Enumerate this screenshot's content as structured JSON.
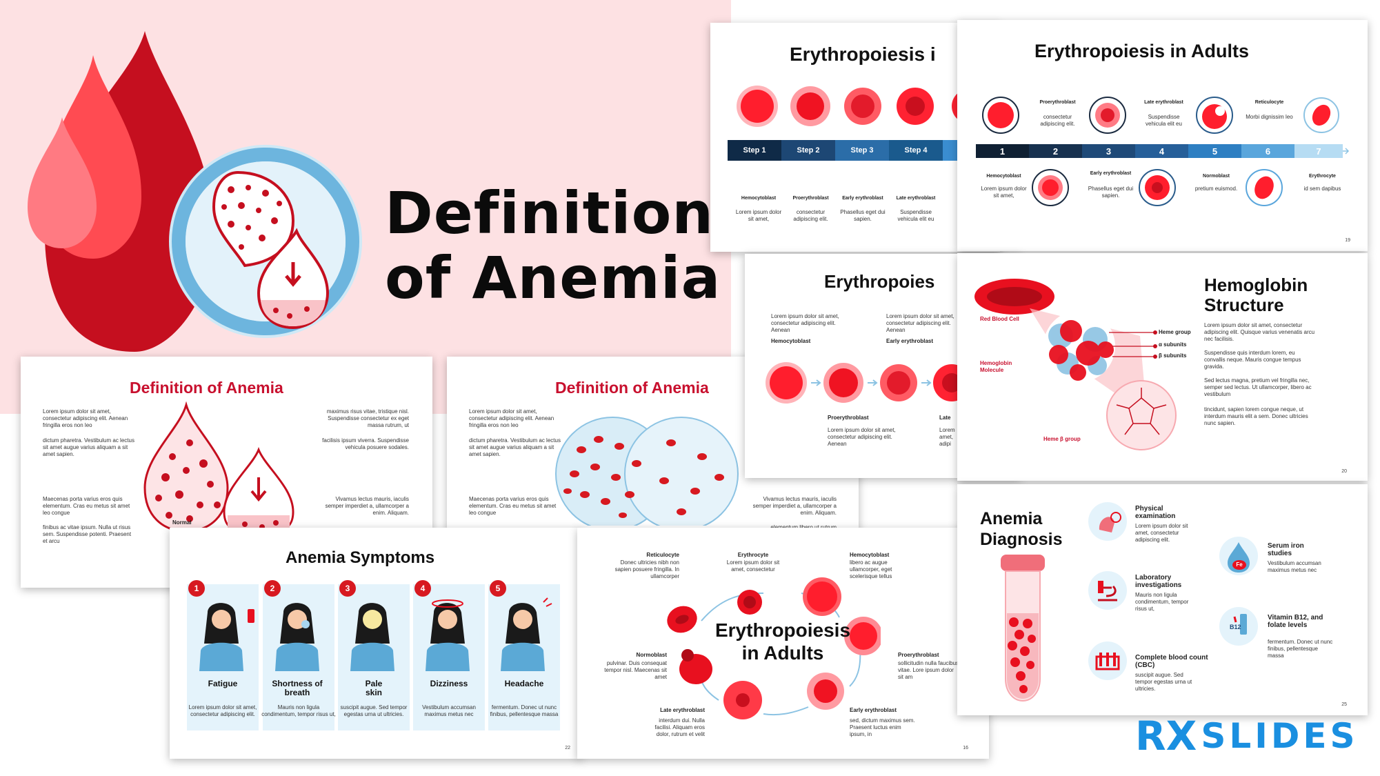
{
  "hero": {
    "title_line1": "Definition",
    "title_line2": "of Anemia"
  },
  "brand": {
    "rx": "RX",
    "name": "SLIDES"
  },
  "slide_def1": {
    "title": "Definition of Anemia",
    "left": [
      "Lorem ipsum dolor sit amet, consectetur adipiscing elit. Aenean fringilla eros non leo",
      "dictum pharetra. Vestibulum ac lectus sit amet augue varius aliquam a sit amet sapien.",
      "Maecenas porta varius eros quis elementum. Cras eu metus sit amet leo congue",
      "finibus ac vitae ipsum. Nulla ut risus sem. Suspendisse potenti. Praesent et arcu"
    ],
    "right": [
      "maximus risus vitae, tristique nisl. Suspendisse consectetur ex eget massa rutrum, ut",
      "facilisis ipsum viverra. Suspendisse vehicula posuere sodales.",
      "Vivamus lectus mauris, iaculis semper imperdiet a, ullamcorper a enim. Aliquam."
    ],
    "normal_label": "Normal"
  },
  "slide_def2": {
    "title": "Definition of Anemia",
    "left": [
      "Lorem ipsum dolor sit amet, consectetur adipiscing elit. Aenean fringilla eros non leo",
      "dictum pharetra. Vestibulum ac lectus sit amet augue varius aliquam a sit amet sapien.",
      "Maecenas porta varius eros quis elementum. Cras eu metus sit amet leo congue"
    ],
    "right": [
      "Vivamus lectus mauris, iaculis semper imperdiet a, ullamcorper a enim. Aliquam.",
      "elementum libero ut rutrum"
    ]
  },
  "slide_steps": {
    "title": "Erythropoiesis i",
    "steps": [
      "Step 1",
      "Step 2",
      "Step 3",
      "Step 4"
    ],
    "labels": [
      {
        "name": "Hemocytoblast",
        "desc": "Lorem ipsum dolor sit amet,"
      },
      {
        "name": "Proerythroblast",
        "desc": "consectetur adipiscing elit."
      },
      {
        "name": "Early erythroblast",
        "desc": "Phasellus eget dui sapien."
      },
      {
        "name": "Late erythroblast",
        "desc": "Suspendisse vehicula elit eu"
      }
    ]
  },
  "slide_adults_top": {
    "title": "Erythropoiesis in Adults",
    "numbers": [
      "1",
      "2",
      "3",
      "4",
      "5",
      "6",
      "7"
    ],
    "top": [
      {
        "name": "Proerythroblast",
        "desc": "consectetur adipiscing elit."
      },
      {
        "name": "Late erythroblast",
        "desc": "Suspendisse vehicula elit eu"
      },
      {
        "name": "Reticulocyte",
        "desc": "Morbi dignissim leo"
      }
    ],
    "bottom": [
      {
        "name": "Hemocytoblast",
        "desc": "Lorem ipsum dolor sit amet,"
      },
      {
        "name": "Early erythroblast",
        "desc": "Phasellus eget dui sapien."
      },
      {
        "name": "Normoblast",
        "desc": "pretium euismod."
      },
      {
        "name": "Erythrocyte",
        "desc": "id sem dapibus"
      }
    ],
    "page": "19"
  },
  "slide_flow": {
    "title": "Erythropoies",
    "top_left": {
      "desc": "Lorem ipsum dolor sit amet, consectetur adipiscing elit. Aenean",
      "name": "Hemocytoblast"
    },
    "top_right": {
      "desc": "Lorem ipsum dolor sit amet, consectetur adipiscing elit. Aenean",
      "name": "Early erythroblast"
    },
    "bottom_left": {
      "name": "Proerythroblast",
      "desc": "Lorem ipsum dolor sit amet, consectetur adipiscing elit. Aenean"
    },
    "bottom_right": {
      "name": "Late",
      "desc": "Lorem amet, adipi"
    }
  },
  "slide_hemo": {
    "title_line1": "Hemoglobin",
    "title_line2": "Structure",
    "labels": {
      "rbc": "Red Blood Cell",
      "molecule": "Hemoglobin Molecule",
      "heme_group": "Heme group",
      "alpha": "α subunits",
      "beta": "β subunits",
      "heme_beta": "Heme β group"
    },
    "paras": [
      "Lorem ipsum dolor sit amet, consectetur adipiscing elit. Quisque varius venenatis arcu nec facilisis.",
      "Suspendisse quis interdum lorem, eu convallis neque. Mauris congue tempus gravida.",
      "Sed lectus magna, pretium vel fringilla nec, semper sed lectus. Ut ullamcorper, libero ac vestibulum",
      "tincidunt, sapien lorem congue neque, ut interdum mauris elit a sem. Donec ultricies nunc sapien."
    ],
    "page": "20"
  },
  "slide_symptoms": {
    "title": "Anemia Symptoms",
    "items": [
      {
        "n": "1",
        "label": "Fatigue",
        "desc": "Lorem ipsum dolor sit amet, consectetur adipiscing elit."
      },
      {
        "n": "2",
        "label": "Shortness of breath",
        "desc": "Mauris non ligula condimentum, tempor risus ut,"
      },
      {
        "n": "3",
        "label": "Pale skin",
        "desc": "suscipit augue. Sed tempor egestas urna ut ultricies."
      },
      {
        "n": "4",
        "label": "Dizziness",
        "desc": "Vestibulum accumsan maximus metus nec"
      },
      {
        "n": "5",
        "label": "Headache",
        "desc": "fermentum. Donec ut nunc finibus, pellentesque massa"
      }
    ],
    "page": "22"
  },
  "slide_cycle": {
    "title_line1": "Erythropoiesis",
    "title_line2": "in Adults",
    "items": [
      {
        "name": "Reticulocyte",
        "desc": "Donec ultricies nibh non sapien posuere fringilla. In ullamcorper"
      },
      {
        "name": "Erythrocyte",
        "desc": "Lorem ipsum dolor sit amet, consectetur"
      },
      {
        "name": "Hemocytoblast",
        "desc": "libero ac augue ullamcorper, eget scelerisque tellus"
      },
      {
        "name": "Normoblast",
        "desc": "pulvinar. Duis consequat tempor nisl. Maecenas sit amet"
      },
      {
        "name": "Proerythroblast",
        "desc": "sollicitudin nulla faucibus vitae. Lore ipsum dolor sit am"
      },
      {
        "name": "Late erythroblast",
        "desc": "interdum dui. Nulla facilisi. Aliquam eros dolor, rutrum et velit"
      },
      {
        "name": "Early erythroblast",
        "desc": "sed, dictum maximus sem. Praesent luctus enim ipsum, in"
      }
    ],
    "page": "16"
  },
  "slide_diag": {
    "title_line1": "Anemia",
    "title_line2": "Diagnosis",
    "items": [
      {
        "name": "Physical examination",
        "desc": "Lorem ipsum dolor sit amet, consectetur adipiscing elit."
      },
      {
        "name": "Laboratory investigations",
        "desc": "Mauris non ligula condimentum, tempor risus ut,"
      },
      {
        "name": "Complete blood count (CBC)",
        "desc": "suscipit augue. Sed tempor egestas urna ut ultricies."
      },
      {
        "name": "Serum iron studies",
        "desc": "Vestibulum accumsan maximus metus nec"
      },
      {
        "name": "Vitamin B12, and folate levels",
        "desc": "fermentum. Donec ut nunc finibus, pellentesque massa"
      }
    ],
    "fe": "Fe",
    "b12": "B12",
    "page": "25"
  }
}
